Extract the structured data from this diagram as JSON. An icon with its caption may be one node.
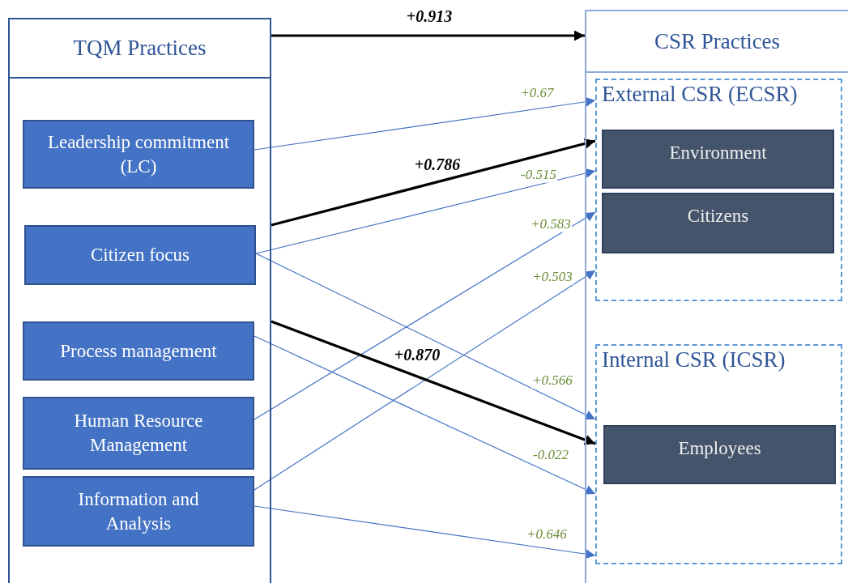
{
  "diagram": {
    "nodes": [
      {
        "text": [
          "TQM Practices"
        ]
      },
      {
        "text": [
          "Leadership commitment (LC)"
        ],
        "in": 0
      },
      {
        "text": [
          "Citizen focus"
        ],
        "in": 0
      },
      {
        "text": [
          "Process management"
        ],
        "in": 0
      },
      {
        "text": [
          "Human Resource Management"
        ],
        "in": 0
      },
      {
        "text": [
          "Information and Analysis"
        ],
        "in": 0
      },
      {
        "text": [
          "CSR Practices"
        ]
      },
      {
        "text": [
          "External CSR (ECSR)"
        ],
        "in": 6
      },
      {
        "text": [
          "Environment"
        ],
        "in": 7
      },
      {
        "text": [
          "Citizens"
        ],
        "in": 7
      },
      {
        "text": [
          "Internal CSR (ICSR)"
        ],
        "in": 6
      },
      {
        "text": [
          "Employees"
        ],
        "in": 10
      }
    ],
    "edges": [
      {
        "from": 0,
        "to": 6,
        "arrow": "to",
        "label": "+0.913",
        "style": "thick",
        "color": "#000000"
      },
      {
        "from": 1,
        "to": 7,
        "arrow": "to",
        "label": "+0.67"
      },
      {
        "from": 0,
        "to": 7,
        "arrow": "to",
        "label": "+0.786",
        "style": "thick",
        "color": "#000000"
      },
      {
        "from": 2,
        "to": 7,
        "arrow": "to",
        "label": "-0.515"
      },
      {
        "from": 4,
        "to": 7,
        "arrow": "to",
        "label": "+0.583"
      },
      {
        "from": 5,
        "to": 7,
        "arrow": "to",
        "label": "+0.503"
      },
      {
        "from": 0,
        "to": 10,
        "arrow": "to",
        "label": "+0.870",
        "style": "thick",
        "color": "#000000"
      },
      {
        "from": 2,
        "to": 10,
        "arrow": "to",
        "label": "+0.566"
      },
      {
        "from": 3,
        "to": 10,
        "arrow": "to",
        "label": "-0.022"
      },
      {
        "from": 5,
        "to": 10,
        "arrow": "to",
        "label": "+0.646"
      }
    ]
  }
}
